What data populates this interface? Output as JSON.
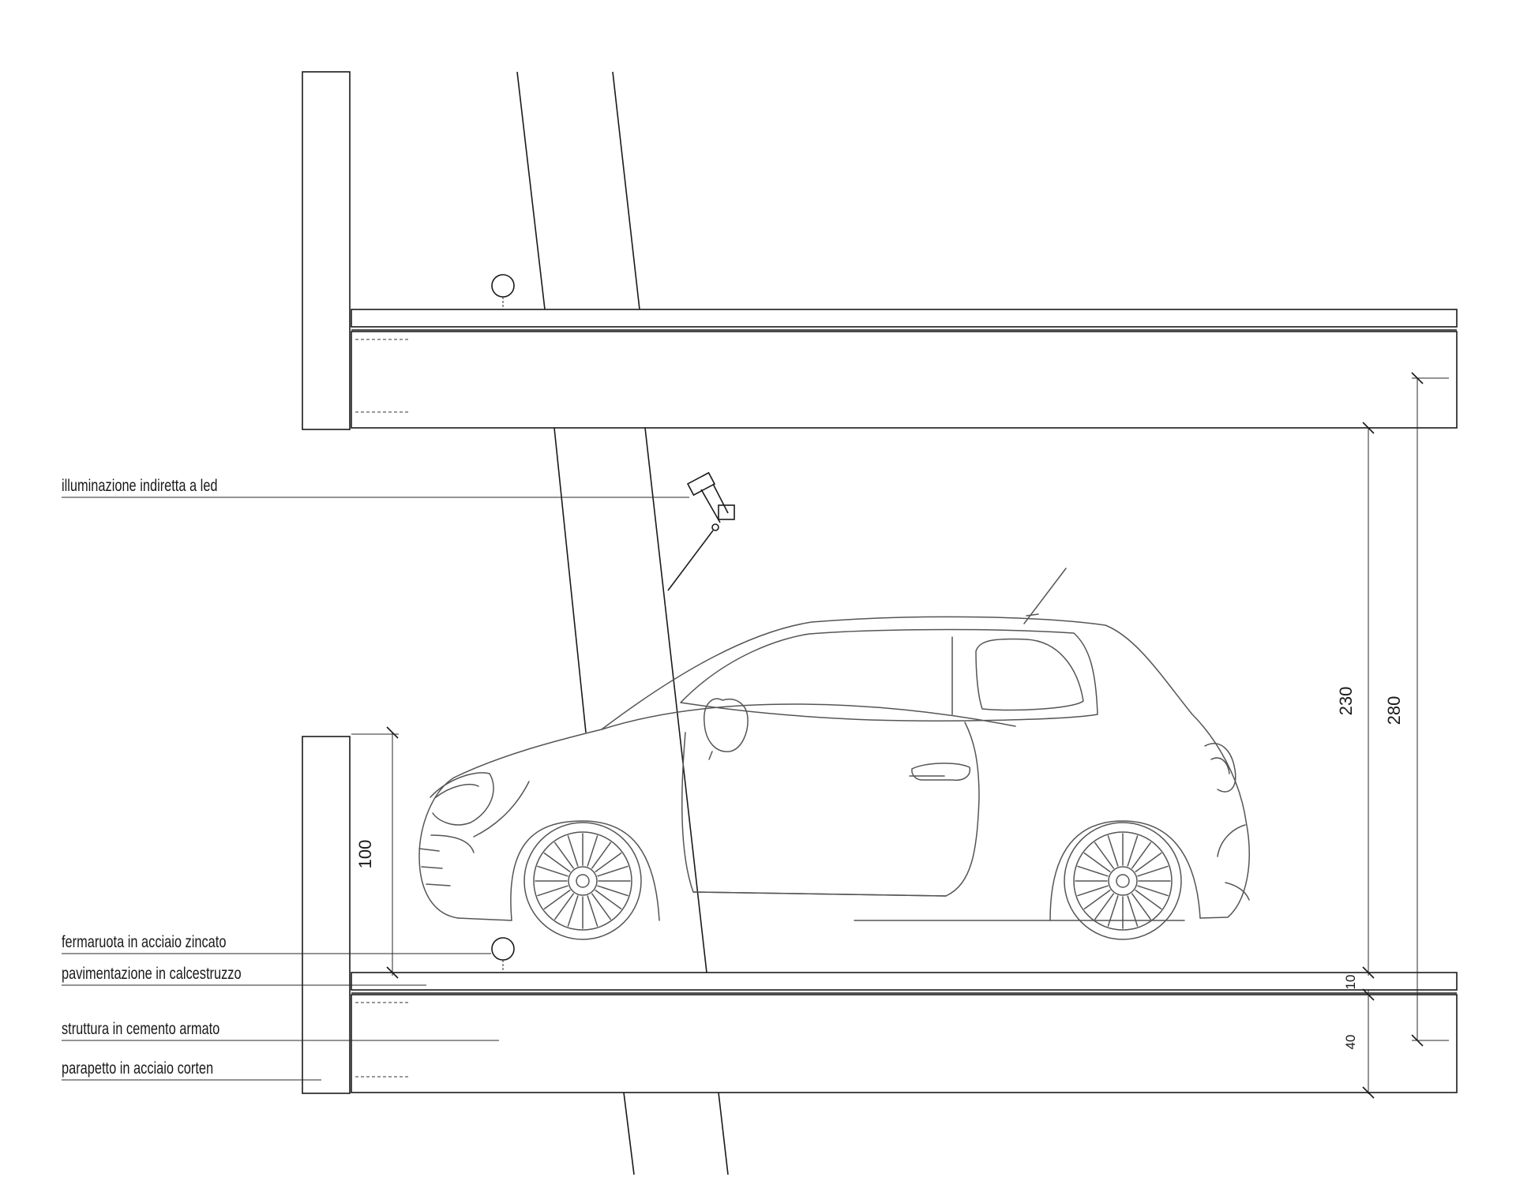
{
  "annotations": {
    "led": "illuminazione indiretta a led",
    "wheel_stop": "fermaruota in acciaio zincato",
    "paving": "pavimentazione in calcestruzzo",
    "structure": "struttura in cemento armato",
    "parapet": "parapetto in acciaio corten"
  },
  "dimensions": {
    "parapet_height": "100",
    "clear_height": "230",
    "floor_height": "280",
    "paving_thickness": "10",
    "slab_thickness": "40"
  },
  "colors": {
    "line": "#1a1a1a",
    "car_line": "#555555",
    "background": "#ffffff"
  }
}
